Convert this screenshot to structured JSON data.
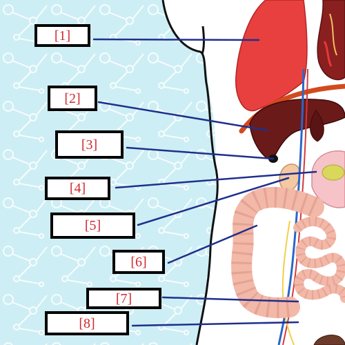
{
  "labels": [
    {
      "id": "1",
      "text": "[1]"
    },
    {
      "id": "2",
      "text": "[2]"
    },
    {
      "id": "3",
      "text": "[3]"
    },
    {
      "id": "4",
      "text": "[4]"
    },
    {
      "id": "5",
      "text": "[5]"
    },
    {
      "id": "6",
      "text": "[6]"
    },
    {
      "id": "7",
      "text": "[7]"
    },
    {
      "id": "8",
      "text": "[8]"
    }
  ],
  "colors": {
    "background_pattern": "#bfe6ee",
    "leader_line": "#1f2f8c",
    "label_text": "#d0282e",
    "label_border": "#000000",
    "lung": "#e8403f",
    "liver": "#6b1a1a",
    "diaphragm": "#d24a1e",
    "intestine": "#f2b8a8",
    "heart": "#8a1f1f"
  }
}
